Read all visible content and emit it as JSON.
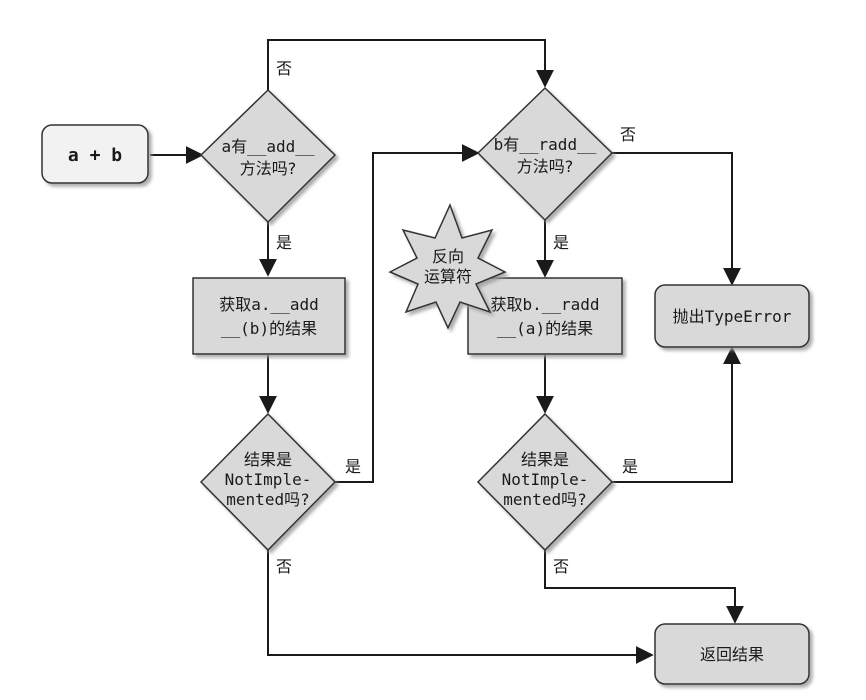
{
  "start": {
    "label": "a + b"
  },
  "decision_a_add": {
    "line1": "a有__add__",
    "line2": "方法吗?"
  },
  "decision_b_radd": {
    "line1": "b有__radd__",
    "line2": "方法吗?"
  },
  "process_a_add": {
    "line1": "获取a.__add",
    "line2": "__(b)的结果"
  },
  "process_b_radd": {
    "line1": "获取b.__radd",
    "line2": "__(a)的结果"
  },
  "burst": {
    "line1": "反向",
    "line2": "运算符"
  },
  "raise_typeerror": {
    "label": "抛出TypeError"
  },
  "decision_a_notimpl": {
    "line1": "结果是",
    "line2": "NotImple-",
    "line3": "mented吗?"
  },
  "decision_b_notimpl": {
    "line1": "结果是",
    "line2": "NotImple-",
    "line3": "mented吗?"
  },
  "return_result": {
    "label": "返回结果"
  },
  "edge_labels": {
    "a_add_no": "否",
    "a_add_yes": "是",
    "b_radd_no": "否",
    "b_radd_yes": "是",
    "a_notimpl_yes": "是",
    "a_notimpl_no": "否",
    "b_notimpl_yes": "是",
    "b_notimpl_no": "否"
  },
  "colors": {
    "node_fill": "#d9d9d9",
    "start_fill": "#f2f2f2",
    "stroke": "#333333"
  }
}
